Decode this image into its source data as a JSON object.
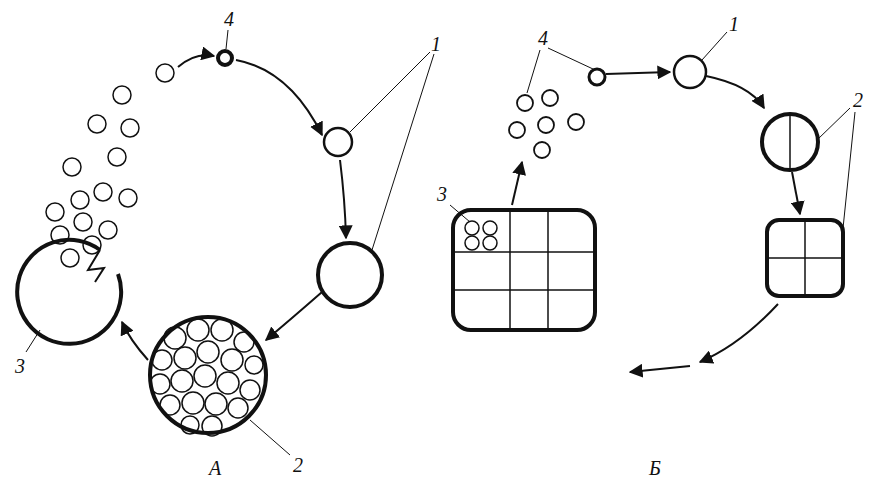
{
  "diagram": {
    "labels": [
      "4",
      "1",
      "3",
      "2",
      "А",
      "4",
      "1",
      "2",
      "3",
      "Б"
    ]
  }
}
